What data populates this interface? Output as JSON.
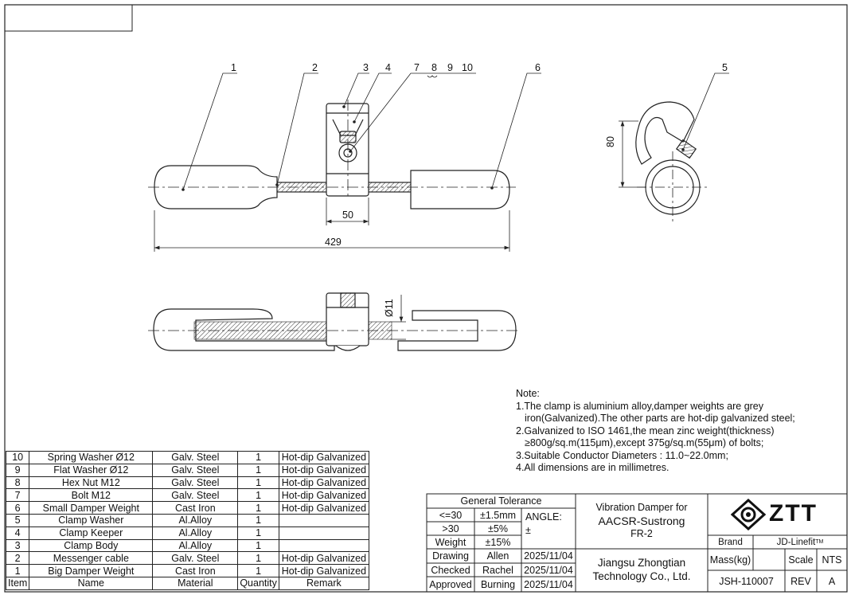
{
  "drawing": {
    "balloons": [
      "1",
      "2",
      "3",
      "4",
      "7",
      "8",
      "9",
      "10",
      "6",
      "5"
    ],
    "dims": {
      "clamp_width": "50",
      "overall_length": "429",
      "side_height": "80",
      "cable_dia": "Ø11"
    }
  },
  "notes": {
    "heading": "Note:",
    "lines": [
      "1.The clamp is aluminium alloy,damper weights are grey",
      "iron(Galvanized).The other parts are hot-dip galvanized steel;",
      "2.Galvanized to ISO 1461,the mean zinc weight(thickness)",
      "≥800g/sq.m(115μm),except 375g/sq.m(55μm) of bolts;",
      "3.Suitable Conductor Diameters : 11.0~22.0mm;",
      "4.All dimensions are in millimetres."
    ]
  },
  "bom": {
    "rows": [
      [
        "10",
        "Spring Washer Ø12",
        "Galv. Steel",
        "1",
        "Hot-dip Galvanized"
      ],
      [
        "9",
        "Flat Washer Ø12",
        "Galv. Steel",
        "1",
        "Hot-dip Galvanized"
      ],
      [
        "8",
        "Hex Nut M12",
        "Galv. Steel",
        "1",
        "Hot-dip Galvanized"
      ],
      [
        "7",
        "Bolt M12",
        "Galv. Steel",
        "1",
        "Hot-dip Galvanized"
      ],
      [
        "6",
        "Small Damper Weight",
        "Cast Iron",
        "1",
        "Hot-dip Galvanized"
      ],
      [
        "5",
        "Clamp Washer",
        "Al.Alloy",
        "1",
        ""
      ],
      [
        "4",
        "Clamp Keeper",
        "Al.Alloy",
        "1",
        ""
      ],
      [
        "3",
        "Clamp Body",
        "Al.Alloy",
        "1",
        ""
      ],
      [
        "2",
        "Messenger cable",
        "Galv. Steel",
        "1",
        "Hot-dip Galvanized"
      ],
      [
        "1",
        "Big Damper Weight",
        "Cast Iron",
        "1",
        "Hot-dip Galvanized"
      ]
    ],
    "header": [
      "Item",
      "Name",
      "Material",
      "Quantity",
      "Remark"
    ]
  },
  "title_block": {
    "tolerance_title": "General Tolerance",
    "tol_rows": [
      [
        "<=30",
        "±1.5mm"
      ],
      [
        ">30",
        "±5%"
      ],
      [
        "Weight",
        "±15%"
      ]
    ],
    "angle_label": "ANGLE:",
    "angle_value": "±",
    "sign_rows": [
      [
        "Drawing",
        "Allen",
        "2025/11/04"
      ],
      [
        "Checked",
        "Rachel",
        "2025/11/04"
      ],
      [
        "Approved",
        "Burning",
        "2025/11/04"
      ]
    ],
    "product_title_1": "Vibration Damper for",
    "product_title_2": "AACSR-Sustrong",
    "product_model": "FR-2",
    "company_1": "Jiangsu Zhongtian",
    "company_2": "Technology Co., Ltd.",
    "logo_text": "ZTT",
    "brand_label": "Brand",
    "brand_value": "JD-Linefit",
    "brand_tm": "TM",
    "mass_label": "Mass(kg)",
    "mass_value": "",
    "scale_label": "Scale",
    "scale_value": "NTS",
    "drawing_number": "JSH-110007",
    "rev_label": "REV",
    "rev_value": "A"
  }
}
